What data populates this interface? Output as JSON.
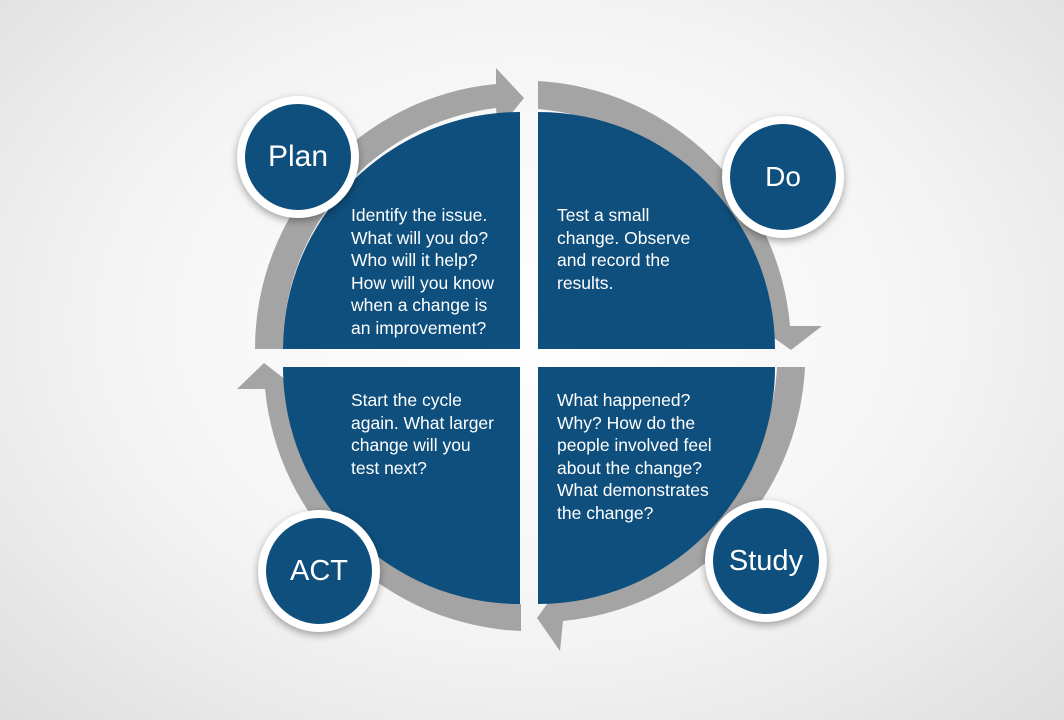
{
  "colors": {
    "quadrant_fill": "#0f4f7d",
    "arrow_ring": "#a4a4a4",
    "badge_border": "#ffffff",
    "text": "#ffffff"
  },
  "stages": {
    "plan": {
      "label": "Plan",
      "text": "Identify the issue.\nWhat will you do?\nWho will it help?\nHow will you know\nwhen a change is\nan improvement?"
    },
    "do": {
      "label": "Do",
      "text": "Test a small\nchange. Observe\nand record the\nresults."
    },
    "study": {
      "label": "Study",
      "text": "What happened?\nWhy? How do the\npeople involved feel\nabout the change?\nWhat demonstrates\nthe change?"
    },
    "act": {
      "label": "ACT",
      "text": "Start the cycle\nagain.  What larger\nchange will you\ntest next?"
    }
  }
}
